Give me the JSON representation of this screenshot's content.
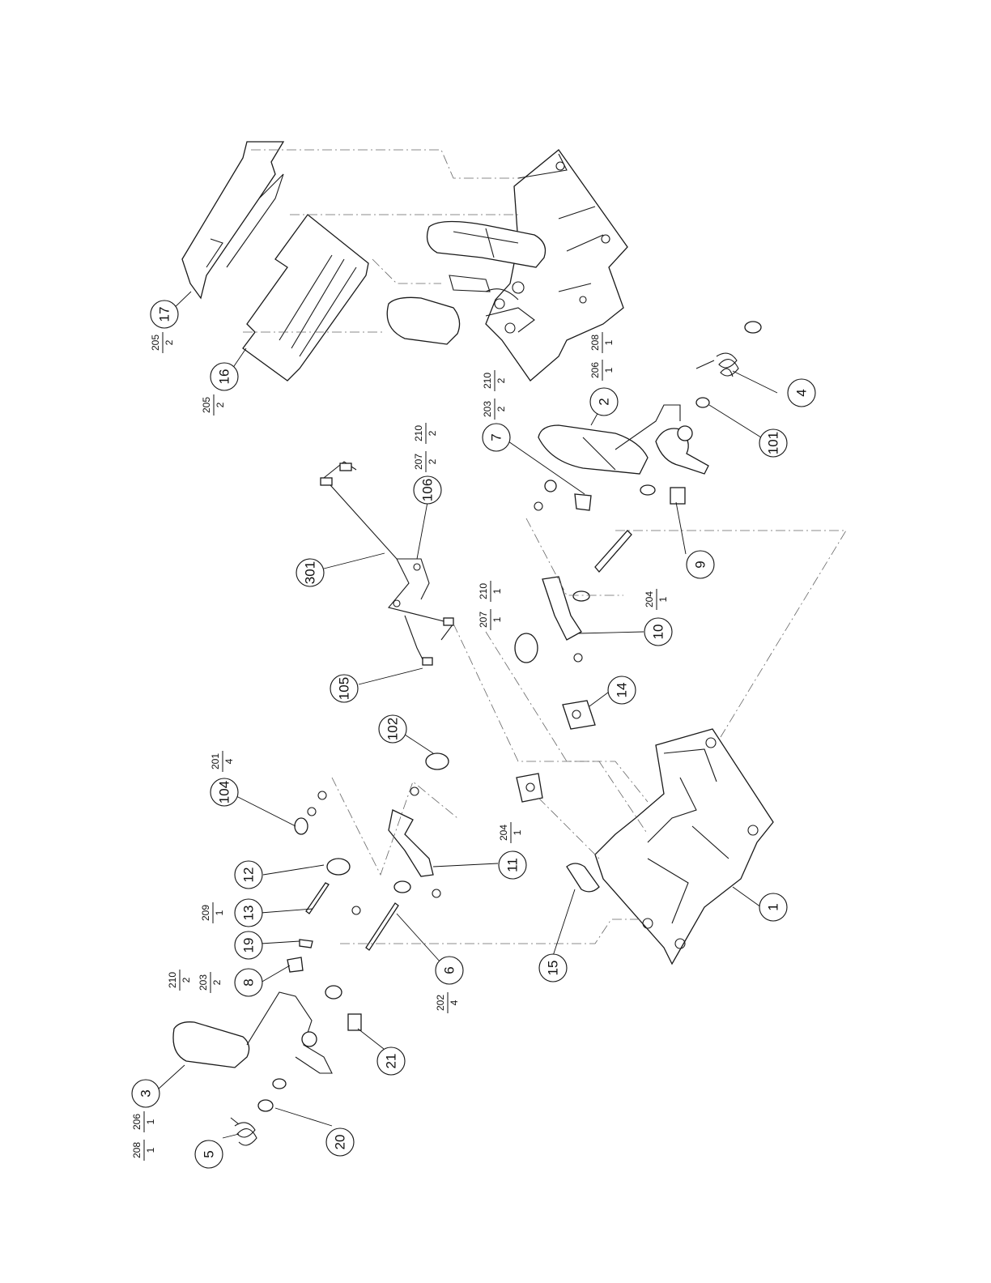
{
  "diagram": {
    "balloons": [
      {
        "id": "b17",
        "label": "17"
      },
      {
        "id": "b16",
        "label": "16"
      },
      {
        "id": "b7",
        "label": "7"
      },
      {
        "id": "b2",
        "label": "2"
      },
      {
        "id": "b4",
        "label": "4"
      },
      {
        "id": "b101",
        "label": "101"
      },
      {
        "id": "b106",
        "label": "106"
      },
      {
        "id": "b301",
        "label": "301"
      },
      {
        "id": "b105",
        "label": "105"
      },
      {
        "id": "b9",
        "label": "9"
      },
      {
        "id": "b10",
        "label": "10"
      },
      {
        "id": "b14",
        "label": "14"
      },
      {
        "id": "b102",
        "label": "102"
      },
      {
        "id": "b104",
        "label": "104"
      },
      {
        "id": "b12",
        "label": "12"
      },
      {
        "id": "b11",
        "label": "11"
      },
      {
        "id": "b13",
        "label": "13"
      },
      {
        "id": "b19",
        "label": "19"
      },
      {
        "id": "b8",
        "label": "8"
      },
      {
        "id": "b6",
        "label": "6"
      },
      {
        "id": "b1",
        "label": "1"
      },
      {
        "id": "b15",
        "label": "15"
      },
      {
        "id": "b3",
        "label": "3"
      },
      {
        "id": "b21",
        "label": "21"
      },
      {
        "id": "b5",
        "label": "5"
      },
      {
        "id": "b20",
        "label": "20"
      }
    ],
    "fractions": [
      {
        "id": "f205a",
        "top": "205",
        "bottom": "2"
      },
      {
        "id": "f205b",
        "top": "205",
        "bottom": "2"
      },
      {
        "id": "f203a",
        "top": "203",
        "bottom": "2"
      },
      {
        "id": "f210a",
        "top": "210",
        "bottom": "2"
      },
      {
        "id": "f206a",
        "top": "206",
        "bottom": "1"
      },
      {
        "id": "f208a",
        "top": "208",
        "bottom": "1"
      },
      {
        "id": "f207a",
        "top": "207",
        "bottom": "2"
      },
      {
        "id": "f210b",
        "top": "210",
        "bottom": "2"
      },
      {
        "id": "f207b",
        "top": "207",
        "bottom": "1"
      },
      {
        "id": "f210c",
        "top": "210",
        "bottom": "1"
      },
      {
        "id": "f204a",
        "top": "204",
        "bottom": "1"
      },
      {
        "id": "f201a",
        "top": "201",
        "bottom": "4"
      },
      {
        "id": "f204b",
        "top": "204",
        "bottom": "1"
      },
      {
        "id": "f209a",
        "top": "209",
        "bottom": "1"
      },
      {
        "id": "f210d",
        "top": "210",
        "bottom": "2"
      },
      {
        "id": "f203b",
        "top": "203",
        "bottom": "2"
      },
      {
        "id": "f202a",
        "top": "202",
        "bottom": "4"
      },
      {
        "id": "f208b",
        "top": "208",
        "bottom": "1"
      },
      {
        "id": "f206b",
        "top": "206",
        "bottom": "1"
      }
    ]
  }
}
